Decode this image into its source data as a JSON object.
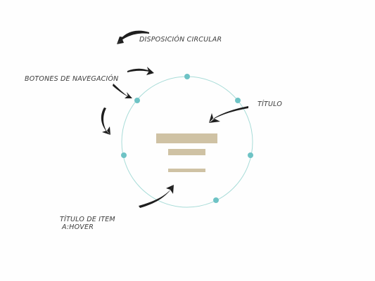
{
  "labels": {
    "layout": "DISPOSICIÓN CIRCULAR",
    "nav_buttons": "BOTONES DE NAVEGACIÓN",
    "title": "TÍTULO",
    "item_title_line1": "TÍTULO DE ITEM",
    "item_title_line2": "A:HOVER"
  },
  "colors": {
    "circle_stroke": "#a8dcd8",
    "nav_dot": "#6ec3c5",
    "title_bar": "#cfc2a4",
    "arrow": "#1e1e1e",
    "text": "#3b3b3b"
  },
  "nav_dot_count": 6
}
